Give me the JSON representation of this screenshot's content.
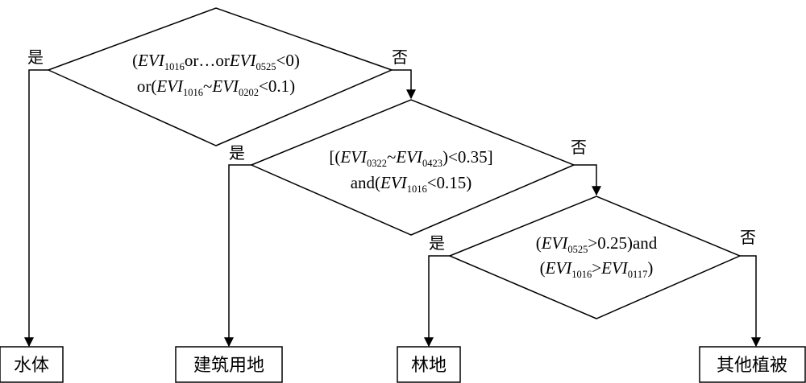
{
  "decisions": [
    {
      "yes_label": "是",
      "no_label": "否",
      "line1": {
        "p1": "(",
        "v1": "EVI",
        "s1": "1016",
        "p2": "or…or",
        "v2": "EVI",
        "s2": "0525",
        "p3": "<0)"
      },
      "line2": {
        "p1": "or(",
        "v1": "EVI",
        "s1": "1016",
        "p2": "~",
        "v2": "EVI",
        "s2": "0202",
        "p3": "<0.1)"
      }
    },
    {
      "yes_label": "是",
      "no_label": "否",
      "line1": {
        "p1": "[(",
        "v1": "EVI",
        "s1": "0322",
        "p2": "~",
        "v2": "EVI",
        "s2": "0423",
        "p3": ")<0.35]"
      },
      "line2": {
        "p1": "and(",
        "v1": "EVI",
        "s1": "1016",
        "p2": "<0.15)"
      }
    },
    {
      "yes_label": "是",
      "no_label": "否",
      "line1": {
        "p1": "(",
        "v1": "EVI",
        "s1": "0525",
        "p2": ">0.25)and"
      },
      "line2": {
        "p1": "(",
        "v1": "EVI",
        "s1": "1016",
        "p2": ">",
        "v2": "EVI",
        "s2": "0117",
        "p3": ")"
      }
    }
  ],
  "outcomes": [
    "水体",
    "建筑用地",
    "林地",
    "其他植被"
  ]
}
